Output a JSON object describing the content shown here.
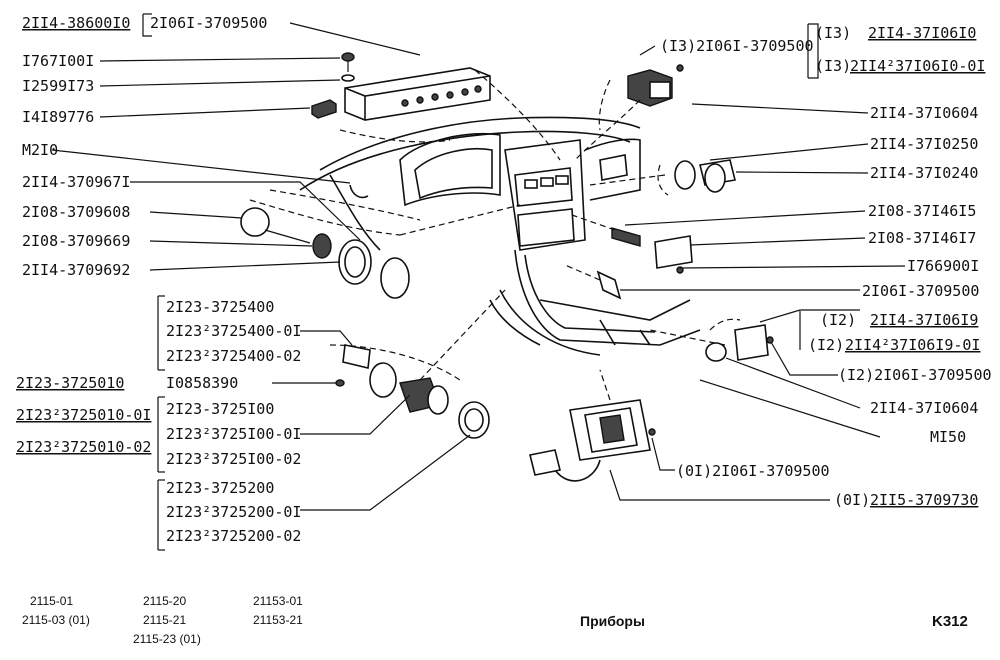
{
  "left_labels": {
    "l1": "2II4-38600I0",
    "l2": "2I06I-3709500",
    "l3": "I767I00I",
    "l4": "I2599I73",
    "l5": "I4I89776",
    "l6": "M2I0",
    "l7": "2II4-370967I",
    "l8": "2I08-3709608",
    "l9": "2I08-3709669",
    "l10": "2II4-3709692"
  },
  "lighter_group": {
    "g1a": "2I23-3725400",
    "g1b": "2I23²3725400-0I",
    "g1c": "2I23²3725400-02",
    "single": "I0858390",
    "g2a": "2I23-3725I00",
    "g2b": "2I23²3725I00-0I",
    "g2c": "2I23²3725I00-02",
    "g3a": "2I23-3725200",
    "g3b": "2I23²3725200-0I",
    "g3c": "2I23²3725200-02",
    "assy1": "2I23-3725010",
    "assy2": "2I23²3725010-0I",
    "assy3": "2I23²3725010-02"
  },
  "right_labels": {
    "r1_prefix": "(I3)",
    "r1": "2II4-37I06I0",
    "r2_prefix": "(I3)",
    "r2": "2II4²37I06I0-0I",
    "r3": "(I3)2I06I-3709500",
    "r4": "2II4-37I0604",
    "r5": "2II4-37I0250",
    "r6": "2II4-37I0240",
    "r7": "2I08-37I46I5",
    "r8": "2I08-37I46I7",
    "r9": "I766900I",
    "r10": "2I06I-3709500",
    "r11_prefix": "(I2)",
    "r11": "2II4-37I06I9",
    "r12_prefix": "(I2)",
    "r12": "2II4²37I06I9-0I",
    "r13": "(I2)2I06I-3709500",
    "r14": "2II4-37I0604",
    "r15": "MI50",
    "r16": "(0I)2I06I-3709500",
    "r17_prefix": "(0I)",
    "r17": "2II5-3709730"
  },
  "footer": {
    "models": [
      [
        "2115-01",
        "2115-03 (01)"
      ],
      [
        "2115-20",
        "2115-21",
        "2115-23 (01)"
      ],
      [
        "21153-01",
        "21153-21"
      ]
    ],
    "title": "Приборы",
    "page_code": "K312"
  }
}
